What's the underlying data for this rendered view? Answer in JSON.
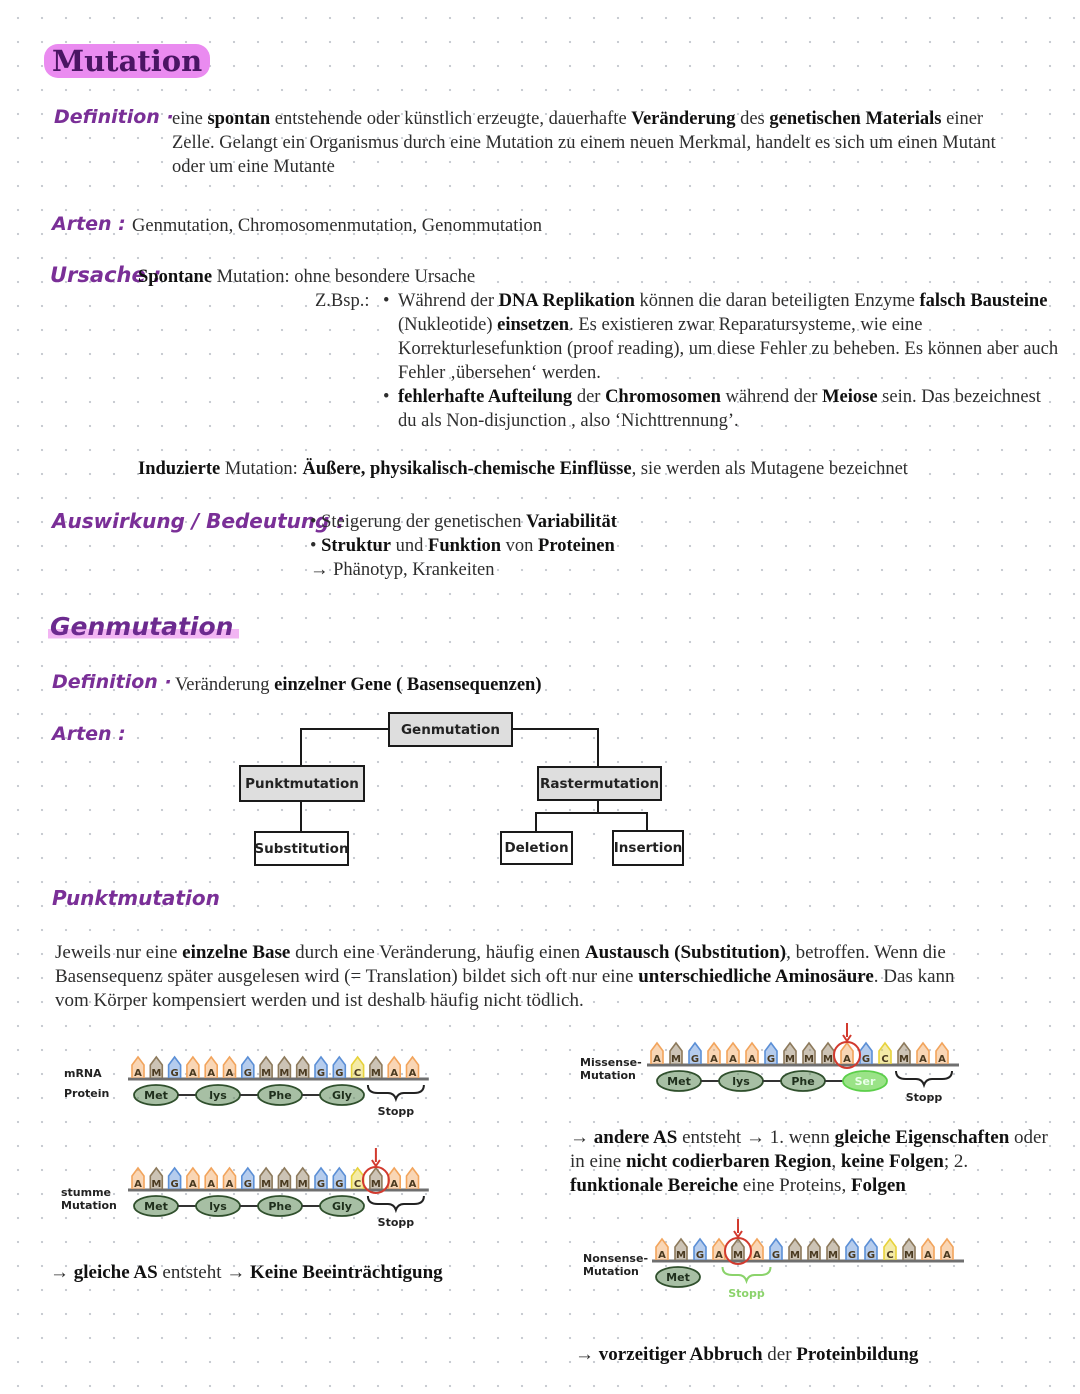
{
  "title": "Mutation",
  "definition": {
    "label": "Definition ·",
    "parts": [
      {
        "t": "eine "
      },
      {
        "t": "spontan",
        "b": true
      },
      {
        "t": " entstehende oder künstlich erzeugte, dauerhafte "
      },
      {
        "t": "Veränderung",
        "b": true
      },
      {
        "t": " des "
      },
      {
        "t": "genetischen Materials",
        "b": true
      },
      {
        "t": " einer Zelle. Gelangt ein Organismus durch eine Mutation zu einem neuen Merkmal, handelt es sich um einen Mutant oder um eine Mutante"
      }
    ]
  },
  "arten": {
    "label": "Arten :",
    "text": "Genmutation, Chromosomenmutation, Genommutation"
  },
  "ursache": {
    "label": "Ursache :",
    "spontan": [
      {
        "t": "Spontane",
        "b": true
      },
      {
        "t": " Mutation: ohne besondere Ursache"
      }
    ],
    "zbsp": "Z.Bsp.:",
    "bullet1": [
      {
        "t": "Während der "
      },
      {
        "t": "DNA Replikation",
        "b": true
      },
      {
        "t": " können die daran beteiligten Enzyme "
      },
      {
        "t": "falsch Bausteine",
        "b": true
      },
      {
        "t": " (Nukleotide) "
      },
      {
        "t": "einsetzen",
        "b": true
      },
      {
        "t": ". Es existieren zwar Reparatursysteme, wie eine Korrekturlesefunktion (proof reading), um diese Fehler zu beheben. Es können aber auch Fehler ‚übersehen‘ werden."
      }
    ],
    "bullet2": [
      {
        "t": "fehlerhafte Aufteilung",
        "b": true
      },
      {
        "t": " der "
      },
      {
        "t": "Chromosomen",
        "b": true
      },
      {
        "t": " während der "
      },
      {
        "t": "Meiose",
        "b": true
      },
      {
        "t": " sein. Das bezeichnest du als Non-disjunction , also ‘Nichttrennung’."
      }
    ],
    "induziert": [
      {
        "t": "Induzierte",
        "b": true
      },
      {
        "t": " Mutation: "
      },
      {
        "t": "Äußere, physikalisch-chemische Einflüsse",
        "b": true
      },
      {
        "t": ", sie werden als Mutagene bezeichnet"
      }
    ]
  },
  "auswirkung": {
    "label": "Auswirkung / Bedeutung :",
    "b1": [
      {
        "t": "• Steigerung der genetischen "
      },
      {
        "t": "Variabilität",
        "b": true
      }
    ],
    "b2": [
      {
        "t": "• "
      },
      {
        "t": "Struktur",
        "b": true
      },
      {
        "t": " und "
      },
      {
        "t": "Funktion",
        "b": true
      },
      {
        "t": " von "
      },
      {
        "t": "Proteinen",
        "b": true
      }
    ],
    "b3": [
      {
        "t": "→ Phänotyp, Krankeiten"
      }
    ]
  },
  "genmutation": {
    "title": "Genmutation",
    "def_label": "Definition ·",
    "def": [
      {
        "t": "Veränderung "
      },
      {
        "t": "einzelner Gene ( Basensequenzen)",
        "b": true
      }
    ],
    "arten_label": "Arten :",
    "tree": {
      "root": "Genmutation",
      "left": "Punktmutation",
      "right": "Rastermutation",
      "leftChild": "Substitution",
      "rightChild1": "Deletion",
      "rightChild2": "Insertion"
    }
  },
  "punktmutation": {
    "title": "Punktmutation",
    "text": [
      {
        "t": "Jeweils nur eine "
      },
      {
        "t": "einzelne Base",
        "b": true
      },
      {
        "t": " durch eine Veränderung, häufig einen "
      },
      {
        "t": "Austausch (Substitution)",
        "b": true
      },
      {
        "t": ", betroffen. Wenn die Basensequenz später ausgelesen wird (= Translation) bildet sich oft nur eine "
      },
      {
        "t": "unterschiedliche Aminosäure",
        "b": true
      },
      {
        "t": ". Das kann vom Körper kompensiert werden und ist deshalb häufig nicht tödlich."
      }
    ]
  },
  "diagrams": {
    "mrna_label": "mRNA",
    "protein_label": "Protein",
    "stumme_label": "stumme Mutation",
    "missense_label": "Missense- Mutation",
    "nonsense_label": "Nonsense- Mutation",
    "seq": "AMGAAAGMMMGGCMAA",
    "stop": "Stopp",
    "proteins": [
      "Met",
      "lys",
      "Phe",
      "Gly"
    ],
    "missense_proteins": [
      "Met",
      "lys",
      "Phe",
      "Ser"
    ],
    "nonsense_proteins": [
      "Met"
    ],
    "nonsense_stop": "Stopp",
    "colors": {
      "orange": "#f2a45c",
      "blue": "#5b8fd6",
      "brown": "#8d7a5c",
      "yellow": "#e7d23b",
      "green": "#5f8a5a",
      "lightgreen": "#8fe07a",
      "red": "#d23a2e"
    }
  },
  "captions": {
    "stumme": [
      {
        "t": "→ "
      },
      {
        "t": "gleiche AS",
        "b": true
      },
      {
        "t": " entsteht → "
      },
      {
        "t": "Keine Beeinträchtigung",
        "b": true
      }
    ],
    "missense": [
      {
        "t": "→ "
      },
      {
        "t": "andere AS",
        "b": true
      },
      {
        "t": " entsteht → 1. wenn "
      },
      {
        "t": "gleiche Eigenschaften",
        "b": true
      },
      {
        "t": " oder in eine "
      },
      {
        "t": "nicht codierbaren Region",
        "b": true
      },
      {
        "t": ", "
      },
      {
        "t": "keine Folgen",
        "b": true
      },
      {
        "t": "; 2. "
      },
      {
        "t": "funktionale Bereiche",
        "b": true
      },
      {
        "t": " eine Proteins, "
      },
      {
        "t": "Folgen",
        "b": true
      }
    ],
    "nonsense": [
      {
        "t": "→ "
      },
      {
        "t": "vorzeitiger Abbruch",
        "b": true
      },
      {
        "t": " der "
      },
      {
        "t": "Proteinbildung",
        "b": true
      }
    ]
  }
}
